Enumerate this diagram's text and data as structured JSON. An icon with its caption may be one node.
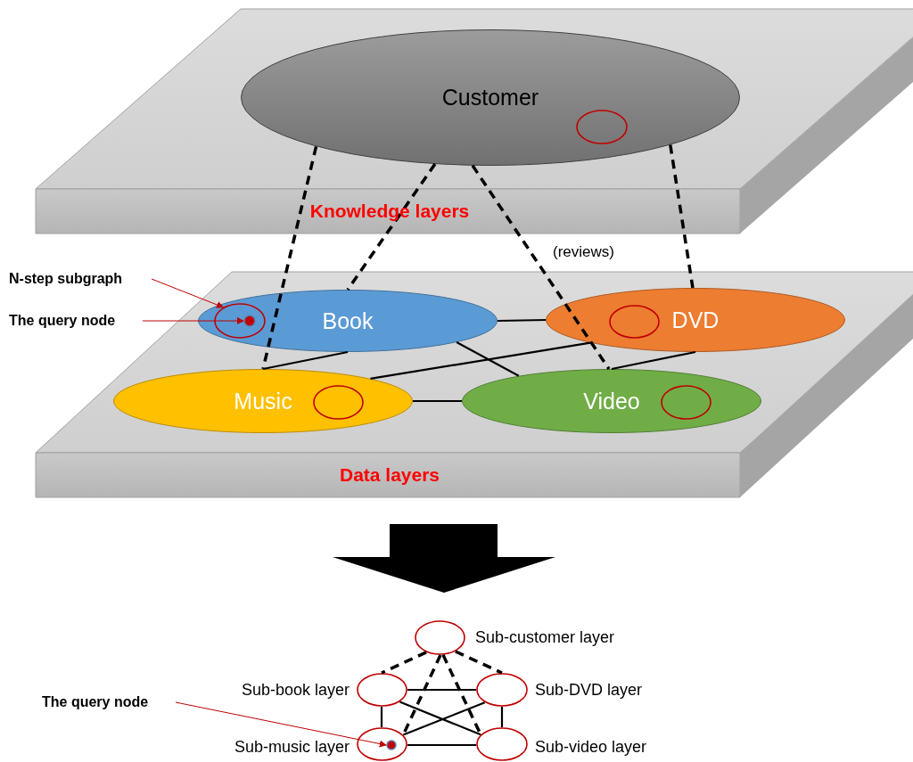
{
  "diagram": {
    "nodes": [
      {
        "text": [
          "Knowledge layers"
        ]
      },
      {
        "text": [
          "Customer"
        ],
        "in": 0
      },
      {
        "text": [],
        "shape": "circle",
        "in": 1
      },
      {
        "text": [
          "Data layers"
        ]
      },
      {
        "text": [
          "Book"
        ],
        "in": 3
      },
      {
        "text": [],
        "shape": "circle",
        "in": 4
      },
      {
        "text": [],
        "shape": "circle",
        "in": 5
      },
      {
        "text": [
          "DVD"
        ],
        "in": 3
      },
      {
        "text": [],
        "shape": "circle",
        "in": 7
      },
      {
        "text": [
          "Music"
        ],
        "in": 3
      },
      {
        "text": [],
        "shape": "circle",
        "in": 9
      },
      {
        "text": [
          "Video"
        ],
        "in": 3
      },
      {
        "text": [],
        "shape": "circle",
        "in": 11
      },
      {
        "text": [
          "N-step subgraph"
        ]
      },
      {
        "text": [
          "The query node"
        ]
      },
      {
        "text": [],
        "shape": "circle",
        "beside": [
          "Sub-customer layer"
        ]
      },
      {
        "text": [],
        "shape": "circle",
        "beside": [
          "Sub-book layer"
        ]
      },
      {
        "text": [],
        "shape": "circle",
        "beside": [
          "Sub-DVD layer"
        ]
      },
      {
        "text": [],
        "shape": "circle",
        "beside": [
          "Sub-music layer"
        ]
      },
      {
        "text": [],
        "shape": "circle",
        "beside": [
          "Sub-video layer"
        ]
      },
      {
        "text": [],
        "shape": "circle",
        "in": 18
      },
      {
        "text": [
          "The query node"
        ]
      }
    ],
    "edges": [
      {
        "from": 1,
        "to": 9,
        "arrow": "none",
        "style": "dashed"
      },
      {
        "from": 1,
        "to": 4,
        "arrow": "none",
        "style": "dashed"
      },
      {
        "from": 1,
        "to": 11,
        "arrow": "none",
        "style": "dashed",
        "label": "(reviews)"
      },
      {
        "from": 1,
        "to": 7,
        "arrow": "none",
        "style": "dashed"
      },
      {
        "from": 4,
        "to": 7,
        "arrow": "none"
      },
      {
        "from": 4,
        "to": 9,
        "arrow": "none"
      },
      {
        "from": 4,
        "to": 11,
        "arrow": "none"
      },
      {
        "from": 9,
        "to": 7,
        "arrow": "none"
      },
      {
        "from": 9,
        "to": 11,
        "arrow": "none"
      },
      {
        "from": 7,
        "to": 11,
        "arrow": "none"
      },
      {
        "from": 13,
        "to": 5,
        "arrow": "to",
        "color": "#c00000"
      },
      {
        "from": 14,
        "to": 6,
        "arrow": "to",
        "color": "#c00000"
      },
      {
        "from": 15,
        "to": 16,
        "arrow": "none",
        "style": "dashed"
      },
      {
        "from": 15,
        "to": 17,
        "arrow": "none",
        "style": "dashed"
      },
      {
        "from": 15,
        "to": 18,
        "arrow": "none",
        "style": "dashed"
      },
      {
        "from": 15,
        "to": 19,
        "arrow": "none",
        "style": "dashed"
      },
      {
        "from": 16,
        "to": 17,
        "arrow": "none"
      },
      {
        "from": 16,
        "to": 18,
        "arrow": "none"
      },
      {
        "from": 16,
        "to": 19,
        "arrow": "none"
      },
      {
        "from": 17,
        "to": 18,
        "arrow": "none"
      },
      {
        "from": 17,
        "to": 19,
        "arrow": "none"
      },
      {
        "from": 18,
        "to": 19,
        "arrow": "none"
      },
      {
        "from": 21,
        "to": 20,
        "arrow": "to",
        "color": "#c00000"
      }
    ]
  }
}
